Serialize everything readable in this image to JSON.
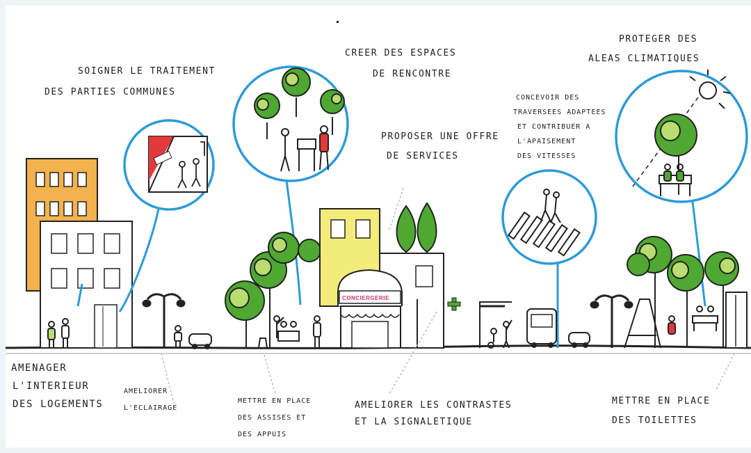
{
  "labels": {
    "soigner_1": "SOIGNER LE TRAITEMENT",
    "soigner_2": "DES PARTIES COMMUNES",
    "creer_1": "CREER DES ESPACES",
    "creer_2": "DE RENCONTRE",
    "proposer_1": "PROPOSER UNE OFFRE",
    "proposer_2": "DE SERVICES",
    "concevoir_1": "CONCEVOIR DES",
    "concevoir_2": "TRAVERSEES ADAPTEES",
    "concevoir_3": "ET CONTRIBUER A",
    "concevoir_4": "L'APAISEMENT",
    "concevoir_5": "DES VITESSES",
    "proteger_1": "PROTEGER DES",
    "proteger_2": "ALEAS CLIMATIQUES",
    "amenager_1": "AMENAGER",
    "amenager_2": "L'INTERIEUR",
    "amenager_3": "DES LOGEMENTS",
    "eclairage_1": "AMELIORER",
    "eclairage_2": "L'ECLAIRAGE",
    "assises_1": "METTRE EN PLACE",
    "assises_2": "DES ASSISES ET",
    "assises_3": "DES APPUIS",
    "contrastes_1": "AMELIORER LES CONTRASTES",
    "contrastes_2": "ET LA SIGNALETIQUE",
    "toilettes_1": "METTRE EN PLACE",
    "toilettes_2": "DES TOILETTES",
    "conciergerie": "CONCIERGERIE"
  },
  "colors": {
    "bubble": "#2d9bd7",
    "tree_green": "#4ea832",
    "tree_light": "#b9dd70",
    "building_orange": "#f3b24e",
    "building_yellow": "#f3ec7a",
    "accent_red": "#e23a3a",
    "text_pink": "#c8327a"
  }
}
